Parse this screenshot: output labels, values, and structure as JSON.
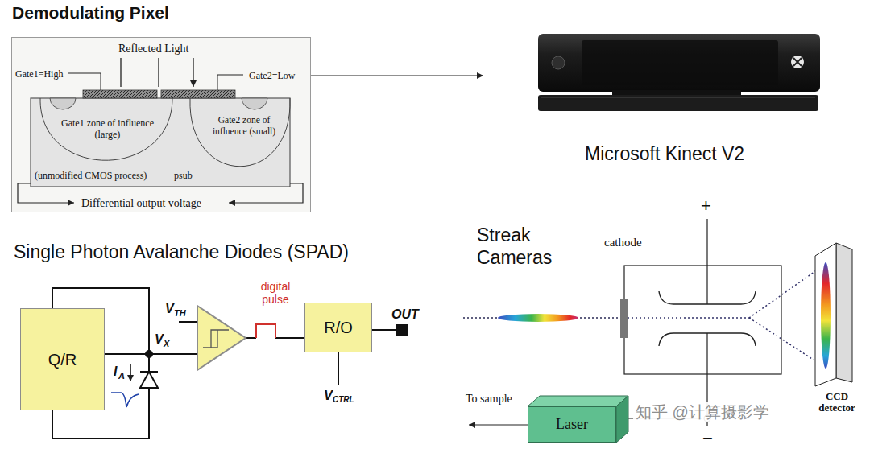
{
  "diagram": {
    "nodes": [
      {
        "text": [
          "Reflected Light",
          "Gate1=High",
          "Gate2=Low",
          "Gate1 zone of influence (large)",
          "Gate2 zone of influence (small)",
          "(unmodified CMOS process)",
          "psub",
          "Differential output voltage"
        ]
      },
      {
        "text": [
          "Microsoft Kinect V2"
        ]
      },
      {
        "text": [
          "Q/R"
        ]
      },
      {
        "text": [
          "R/O"
        ]
      },
      {
        "text": [
          "Laser"
        ]
      }
    ],
    "edges": [
      {
        "from": 0,
        "to": 1,
        "arrow": "to"
      }
    ],
    "labels": [
      "Demodulating Pixel",
      "Single Photon Avalanche Diodes (SPAD)",
      "V",
      "TH",
      "V",
      "X",
      "I",
      "A",
      "digital pulse",
      "OUT",
      "V",
      "CTRL",
      "Streak Cameras",
      "cathode",
      "+",
      "−",
      "To sample",
      "CCD detector",
      "知乎 @计算摄影学"
    ]
  }
}
